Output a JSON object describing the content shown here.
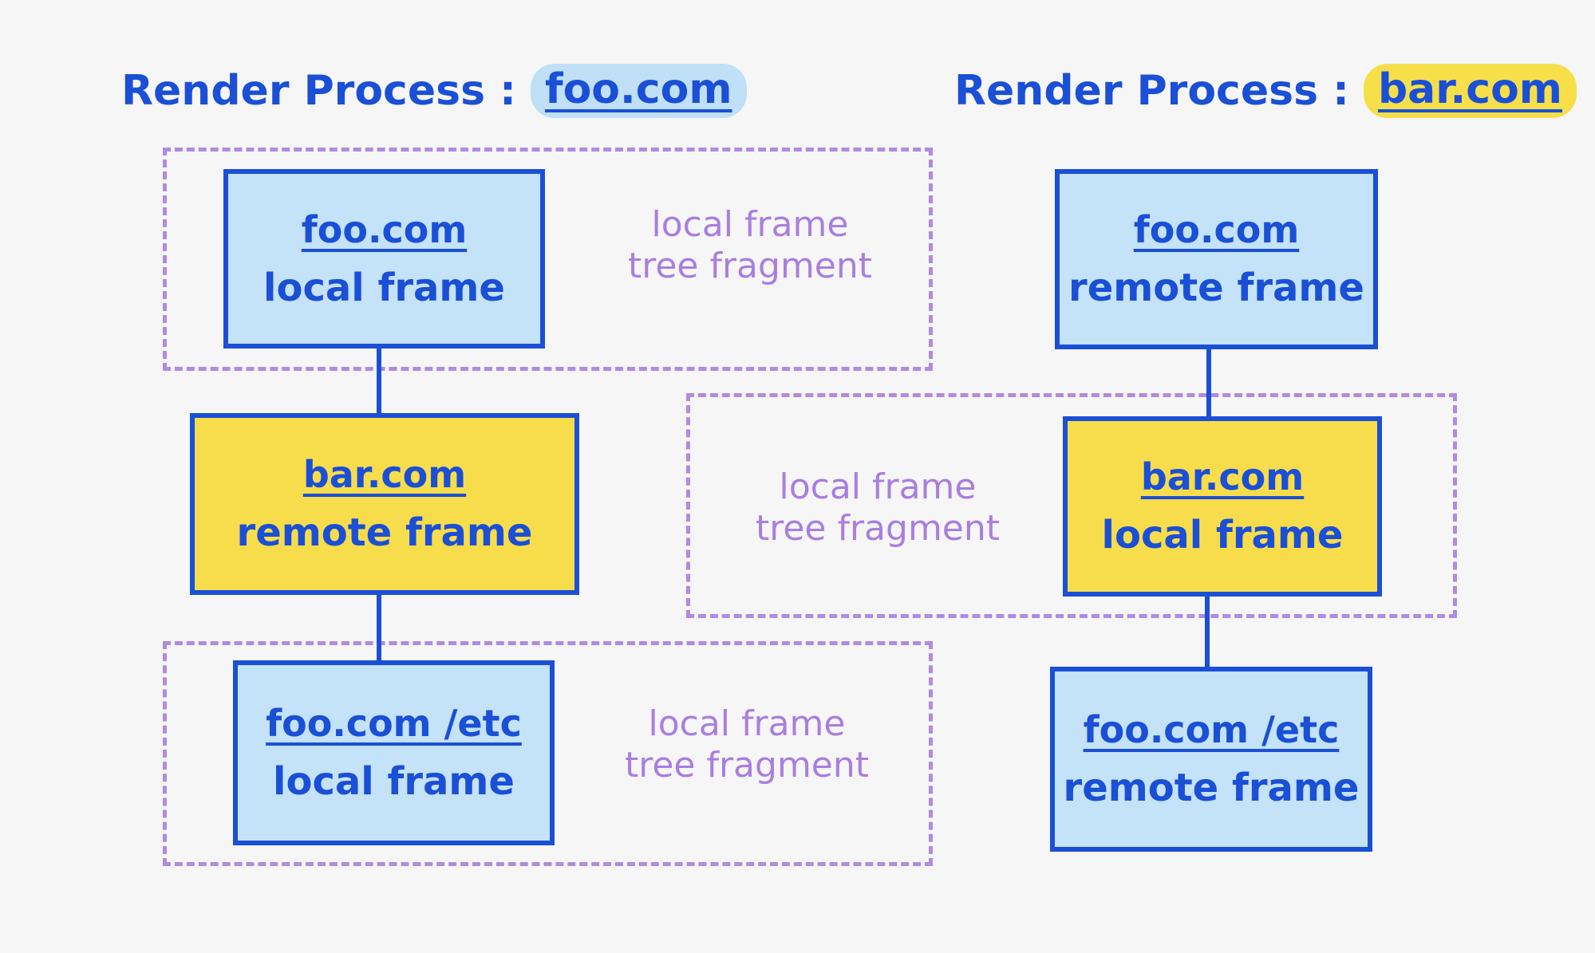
{
  "left_process": {
    "label": "Render Process :",
    "host": "foo.com"
  },
  "right_process": {
    "label": "Render Process :",
    "host": "bar.com"
  },
  "left_tree": {
    "root": {
      "origin": "foo.com",
      "type": "local frame"
    },
    "middle": {
      "origin": "bar.com",
      "type": "remote frame"
    },
    "leaf": {
      "origin": "foo.com /etc",
      "type": "local frame"
    }
  },
  "right_tree": {
    "root": {
      "origin": "foo.com",
      "type": "remote frame"
    },
    "middle": {
      "origin": "bar.com",
      "type": "local frame"
    },
    "leaf": {
      "origin": "foo.com /etc",
      "type": "remote frame"
    }
  },
  "fragment_labels": {
    "left_top": [
      "local frame",
      "tree fragment"
    ],
    "left_bottom": [
      "local frame",
      "tree fragment"
    ],
    "right_middle": [
      "local frame",
      "tree fragment"
    ]
  },
  "colors": {
    "ink": "#1a4fd6",
    "foo_fill": "#c4e2f8",
    "bar_fill": "#f7dc4c",
    "fragment_border": "#b08be0",
    "fragment_text": "#a97ee0",
    "background": "#f6f6f6"
  }
}
